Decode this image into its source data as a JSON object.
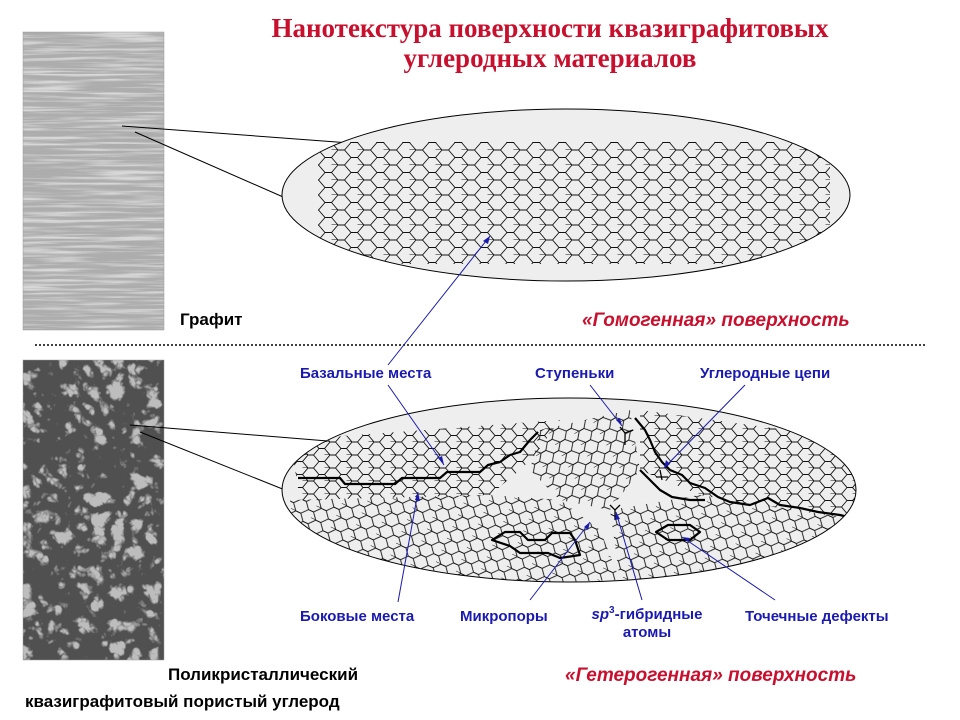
{
  "title": {
    "line1": "Нанотекстура поверхности квазиграфитовых",
    "line2": "углеродных материалов"
  },
  "top": {
    "image_label": "Графит",
    "surface_label": "«Гомогенная» поверхность"
  },
  "bottom": {
    "image_label_line1": "Поликристаллический",
    "image_label_line2": "квазиграфитовый пористый углерод",
    "surface_label": "«Гетерогенная» поверхность"
  },
  "labels": {
    "basal": "Базальные места",
    "steps": "Ступеньки",
    "chains": "Углеродные цепи",
    "edge": "Боковые места",
    "micropores": "Микропоры",
    "sp3_italic": "sp",
    "sp3_sup": "3",
    "sp3_rest": "-гибридные",
    "sp3_line2": "атомы",
    "point_defects": "Точечные дефекты"
  },
  "colors": {
    "title": "#c8102e",
    "labels": "#1a1ab0",
    "emphasis": "#c8102e",
    "ellipse_fill": "#eeeeee"
  }
}
